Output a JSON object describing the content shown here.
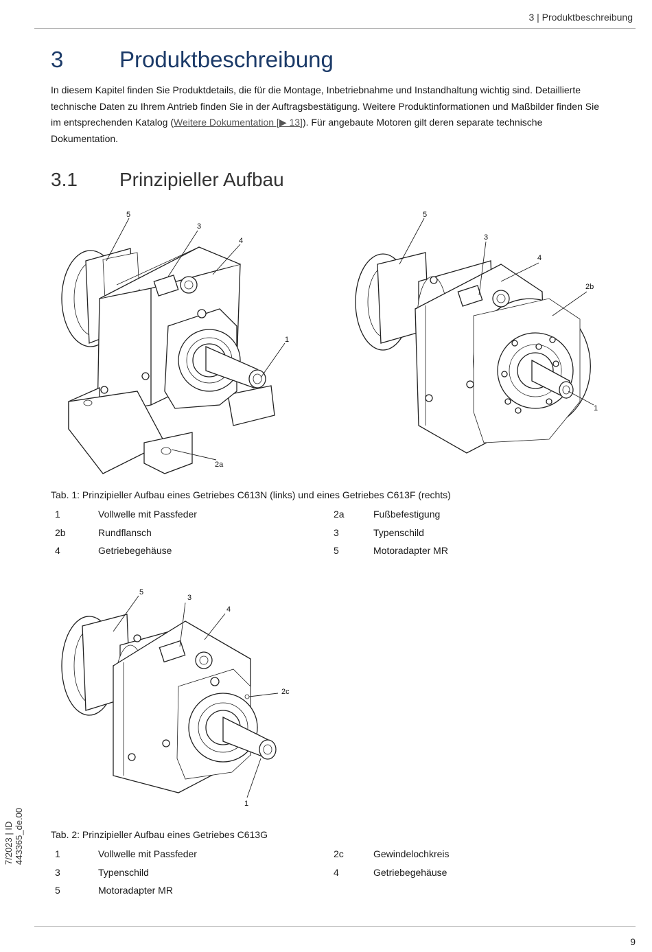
{
  "running_header": "3 | Produktbeschreibung",
  "chapter": {
    "number": "3",
    "title": "Produktbeschreibung"
  },
  "intro": {
    "part1": "In diesem Kapitel finden Sie Produktdetails, die für die Montage, Inbetriebnahme und Instandhaltung wichtig sind. Detaillierte technische Daten zu Ihrem Antrieb finden Sie in der Auftragsbestätigung. Weitere Produktinformationen und Maßbilder finden Sie im entsprechenden Katalog (",
    "link": "Weitere Dokumentation [▶ 13]",
    "part2": "). Für angebaute Motoren gilt deren separate technische Dokumentation."
  },
  "section": {
    "number": "3.1",
    "title": "Prinzipieller Aufbau"
  },
  "figure1": {
    "left_callouts": [
      "5",
      "3",
      "4",
      "1",
      "2a"
    ],
    "right_callouts": [
      "5",
      "3",
      "4",
      "2b",
      "1"
    ],
    "caption": "Tab. 1: Prinzipieller Aufbau eines Getriebes C613N (links) und eines Getriebes C613F (rechts)",
    "legend": [
      [
        "1",
        "Vollwelle mit Passfeder",
        "2a",
        "Fußbefestigung"
      ],
      [
        "2b",
        "Rundflansch",
        "3",
        "Typenschild"
      ],
      [
        "4",
        "Getriebegehäuse",
        "5",
        "Motoradapter MR"
      ]
    ]
  },
  "figure2": {
    "callouts": [
      "5",
      "3",
      "4",
      "2c",
      "1"
    ],
    "caption": "Tab. 2: Prinzipieller Aufbau eines Getriebes C613G",
    "legend": [
      [
        "1",
        "Vollwelle mit Passfeder",
        "2c",
        "Gewindelochkreis"
      ],
      [
        "3",
        "Typenschild",
        "4",
        "Getriebegehäuse"
      ],
      [
        "5",
        "Motoradapter MR",
        "",
        ""
      ]
    ]
  },
  "side_text": "7/2023 | ID 443365_de.00",
  "page_number": "9"
}
